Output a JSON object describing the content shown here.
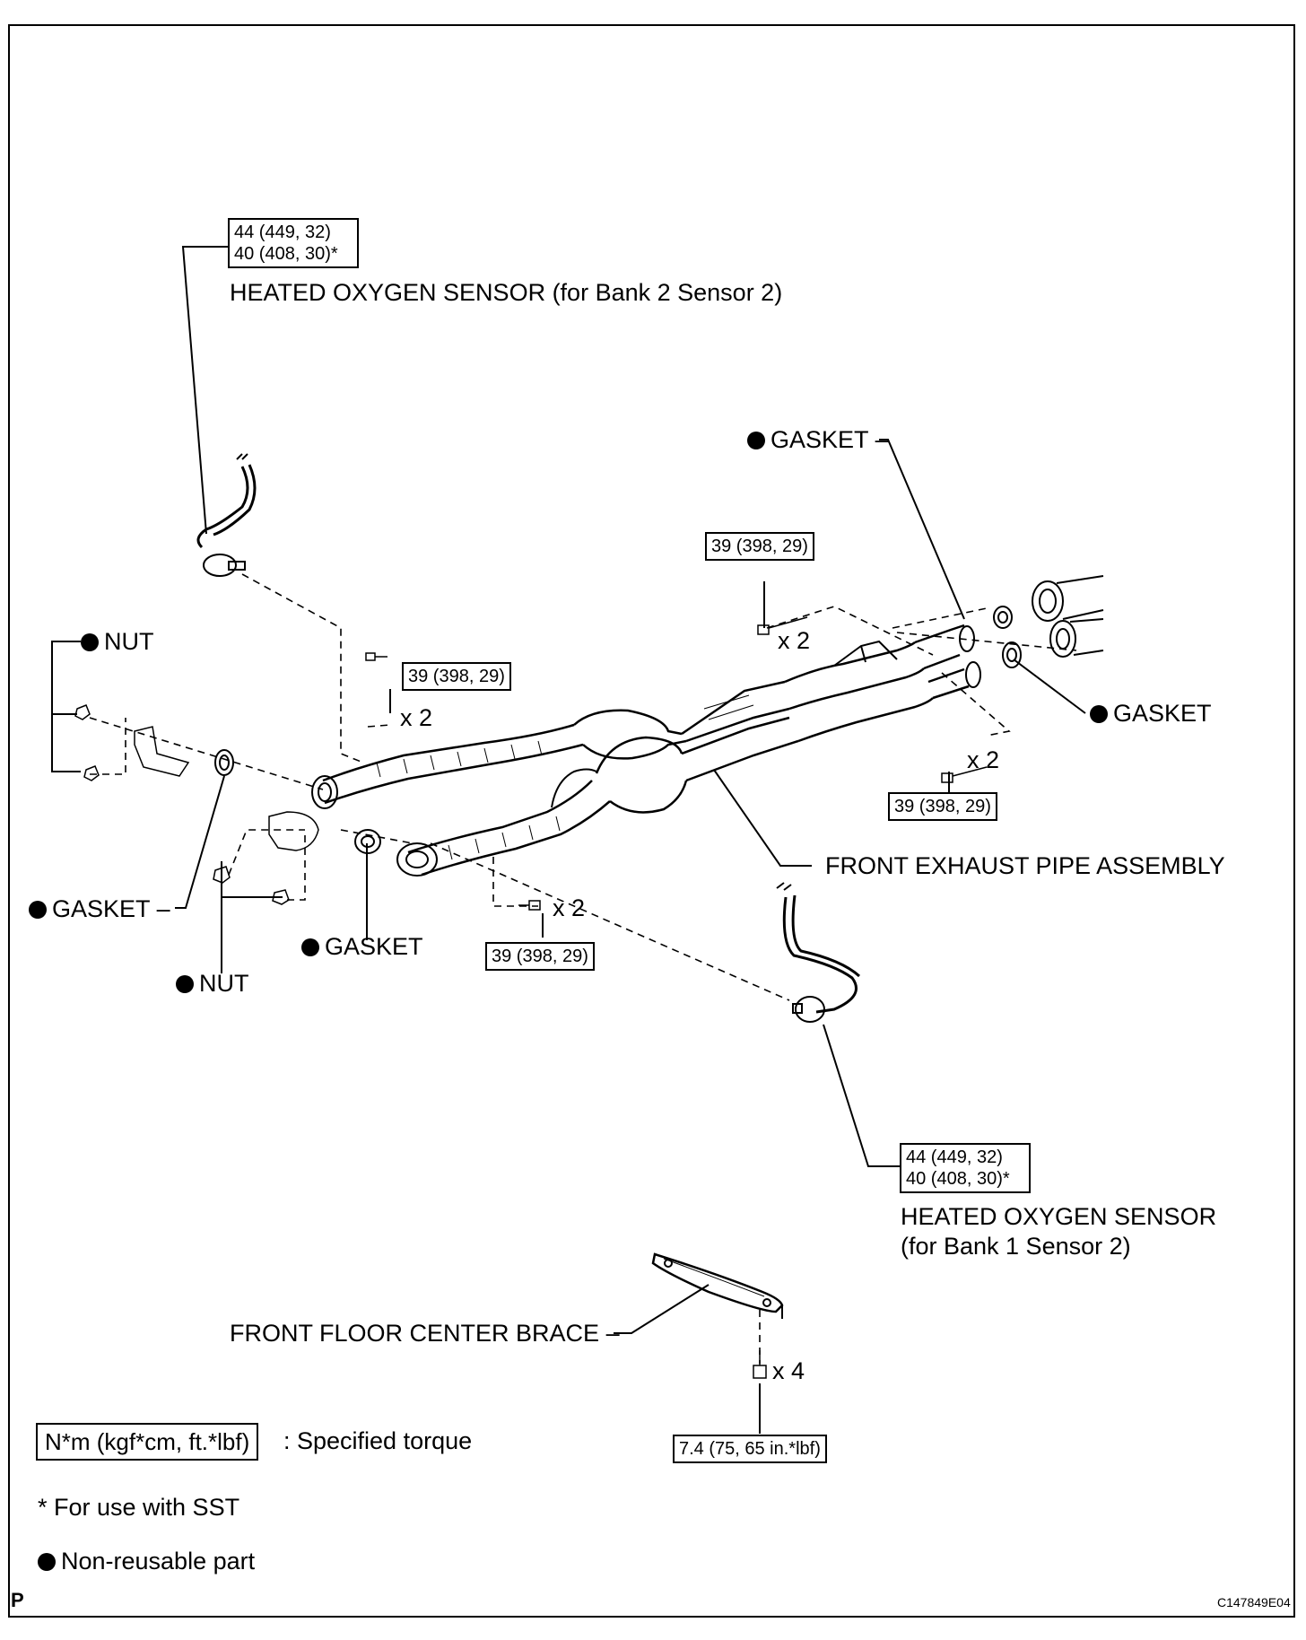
{
  "torque": {
    "o2_bank2_line1": "44 (449, 32)",
    "o2_bank2_line2": "40 (408, 30)*",
    "o2_bank1_line1": "44 (449, 32)",
    "o2_bank1_line2": "40 (408, 30)*",
    "bolt_upper_right": "39 (398, 29)",
    "bolt_upper_left": "39 (398, 29)",
    "bolt_right": "39 (398, 29)",
    "bolt_lower": "39 (398, 29)",
    "brace_bolt": "7.4 (75, 65 in.*lbf)"
  },
  "parts": {
    "o2_bank2": "HEATED OXYGEN SENSOR (for Bank 2 Sensor 2)",
    "o2_bank1_line1": "HEATED OXYGEN SENSOR",
    "o2_bank1_line2": "(for Bank 1 Sensor 2)",
    "gasket_top_right": "GASKET",
    "gasket_right": "GASKET",
    "gasket_left": "GASKET",
    "gasket_center": "GASKET",
    "nut_top": "NUT",
    "nut_bottom": "NUT",
    "front_pipe": "FRONT EXHAUST PIPE ASSEMBLY",
    "brace": "FRONT FLOOR CENTER BRACE"
  },
  "quantities": {
    "upper_right": "x 2",
    "upper_left": "x 2",
    "right": "x 2",
    "lower": "x 2",
    "brace": "x 4"
  },
  "legend": {
    "torque_unit": "N*m (kgf*cm, ft.*lbf)",
    "torque_desc": ": Specified torque",
    "sst_note": "* For use with SST",
    "non_reusable": "Non-reusable part"
  },
  "corner": {
    "left": "P",
    "code": "C147849E04"
  }
}
